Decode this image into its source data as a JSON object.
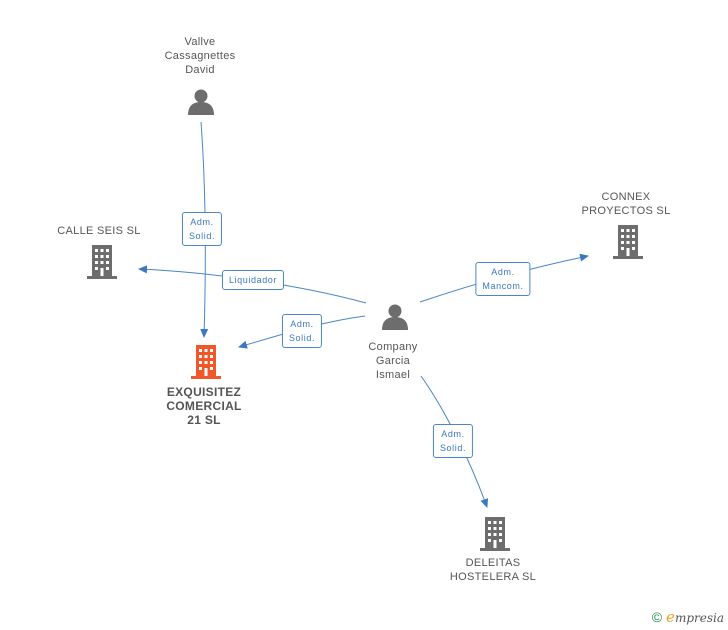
{
  "colors": {
    "edge": "#3a78c0",
    "icon": "#6d6d6d",
    "highlight": "#f0582a",
    "text": "#555555"
  },
  "nodes": {
    "vallve": {
      "type": "person",
      "icon": "person-icon",
      "lines": [
        "Vallve",
        "Cassagnettes",
        "David"
      ]
    },
    "company_garcia": {
      "type": "person",
      "icon": "person-icon",
      "lines": [
        "Company",
        "Garcia",
        "Ismael"
      ]
    },
    "calle_seis": {
      "type": "company",
      "icon": "building-icon",
      "lines": [
        "CALLE SEIS SL"
      ]
    },
    "exquisitez": {
      "type": "company",
      "icon": "building-icon",
      "highlight": true,
      "lines": [
        "EXQUISITEZ",
        "COMERCIAL",
        "21 SL"
      ]
    },
    "connex": {
      "type": "company",
      "icon": "building-icon",
      "lines": [
        "CONNEX",
        "PROYECTOS SL"
      ]
    },
    "deleitas": {
      "type": "company",
      "icon": "building-icon",
      "lines": [
        "DELEITAS",
        "HOSTELERA SL"
      ]
    }
  },
  "edges": {
    "vallve_exquisitez": {
      "lines": [
        "Adm.",
        "Solid."
      ]
    },
    "garcia_calle_seis": {
      "lines": [
        "Liquidador"
      ]
    },
    "garcia_exquisitez": {
      "lines": [
        "Adm.",
        "Solid."
      ]
    },
    "garcia_connex": {
      "lines": [
        "Adm.",
        "Mancom."
      ]
    },
    "garcia_deleitas": {
      "lines": [
        "Adm.",
        "Solid."
      ]
    }
  },
  "footer": {
    "copyright": "©",
    "brand_initial": "e",
    "brand_rest": "mpresia"
  }
}
